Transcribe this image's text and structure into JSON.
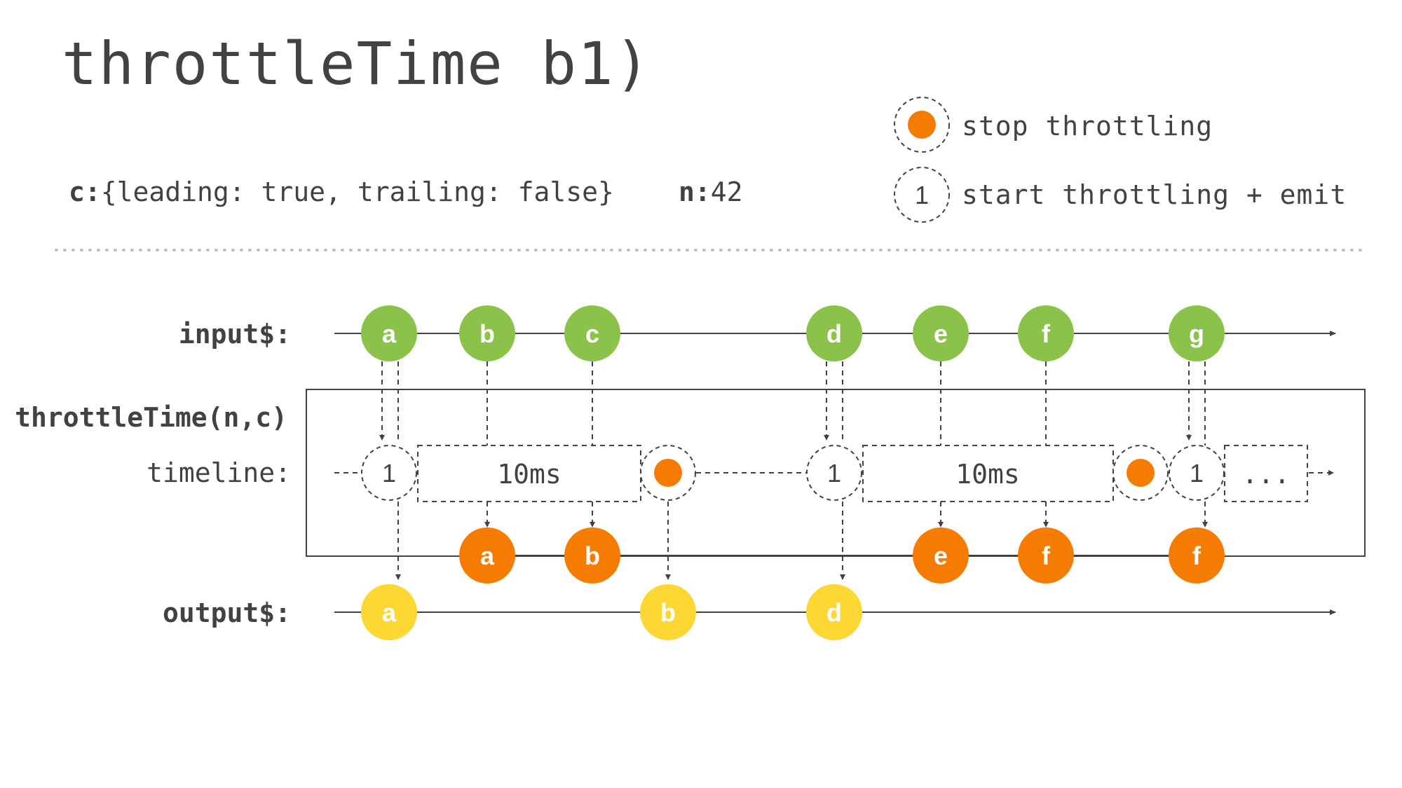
{
  "title": "throttleTime b1)",
  "config": {
    "c_key": "c:",
    "c_value": "{leading: true, trailing: false}",
    "n_key": "n:",
    "n_value": "42"
  },
  "legend": {
    "stop_label": "stop throttling",
    "start_label": "start throttling + emit",
    "start_marker": "1"
  },
  "rows": {
    "input": "input$:",
    "operator": "throttleTime(n,c)",
    "timeline": "timeline:",
    "output": "output$:"
  },
  "input_marbles": [
    "a",
    "b",
    "c",
    "d",
    "e",
    "f",
    "g"
  ],
  "timeline": {
    "start_marker": "1",
    "window_label": "10ms",
    "continuation": "..."
  },
  "internal_marbles": [
    "a",
    "b",
    "e",
    "f",
    "f"
  ],
  "output_marbles": [
    "a",
    "b",
    "d"
  ],
  "colors": {
    "input": "#8bc34a",
    "internal": "#f57c00",
    "output": "#fdd835",
    "stop": "#f57c00",
    "text": "#424242",
    "line": "#424242",
    "divider": "#bdbdbd"
  }
}
